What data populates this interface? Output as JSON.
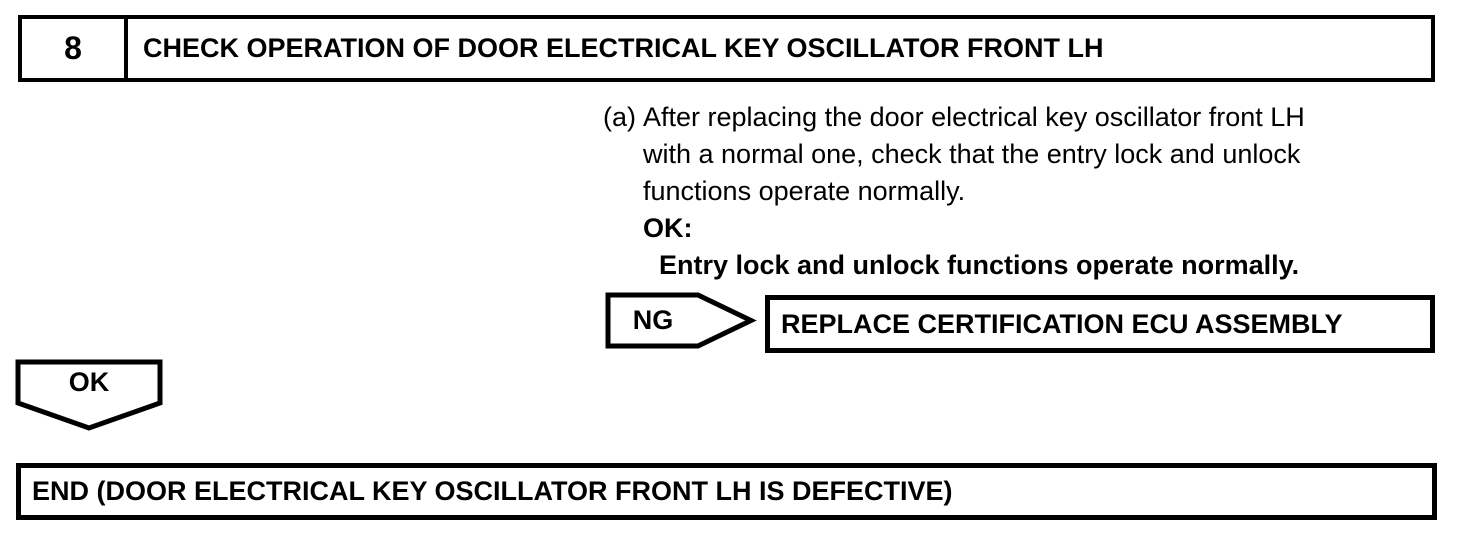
{
  "colors": {
    "ink": "#000000",
    "paper": "#ffffff"
  },
  "header": {
    "step_number": "8",
    "title": "CHECK OPERATION OF DOOR ELECTRICAL KEY OSCILLATOR FRONT LH"
  },
  "procedure": {
    "item_label": "(a)",
    "lines": [
      "After replacing the door electrical key oscillator front LH",
      "with a normal one, check that the entry lock and unlock",
      "functions operate normally."
    ],
    "ok_label": "OK:",
    "ok_criteria": "Entry lock and unlock functions operate normally."
  },
  "ng_branch": {
    "label": "NG",
    "action": "REPLACE CERTIFICATION ECU ASSEMBLY"
  },
  "ok_branch": {
    "label": "OK"
  },
  "end": {
    "text": "END (DOOR ELECTRICAL KEY OSCILLATOR FRONT LH IS DEFECTIVE)"
  }
}
